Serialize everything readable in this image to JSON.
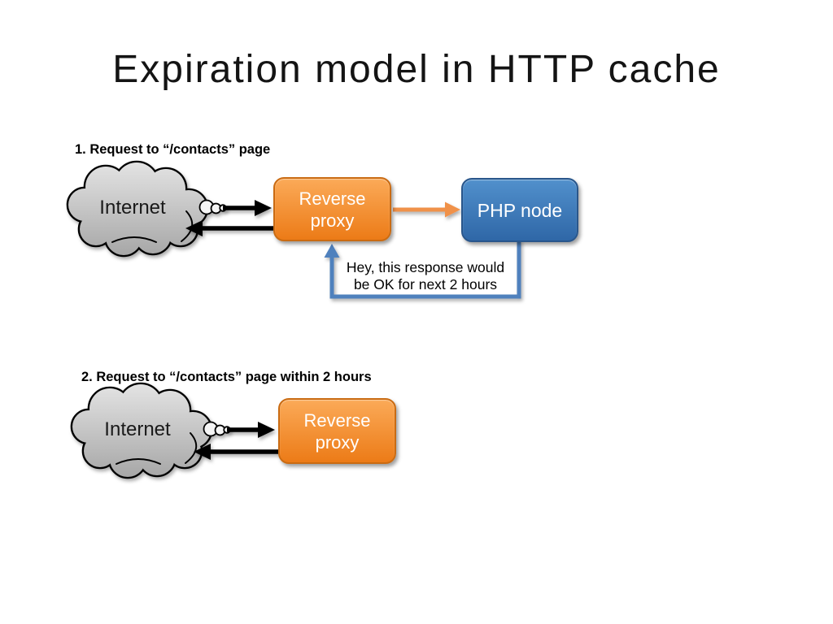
{
  "slide": {
    "title": "Expiration model in HTTP cache"
  },
  "colors": {
    "accent-orange": "#F09148",
    "orange-top": "#FBAA58",
    "orange-bottom": "#EC7B17",
    "orange-border": "#CA6B12",
    "blue-top": "#5190CC",
    "blue-bottom": "#2F67A7",
    "blue-border": "#29568B",
    "accent-blue": "#4F81BD",
    "cloud-top": "#E3E3E3",
    "cloud-bottom": "#A6A6A6",
    "arrow-black": "#000000"
  },
  "step1": {
    "label": "1. Request to “/contacts” page",
    "cloud": "Internet",
    "proxy": "Reverse proxy",
    "node": "PHP node",
    "callout_lines": [
      "Hey, this response would",
      "be OK for next 2 hours"
    ]
  },
  "step2": {
    "label": "2. Request to “/contacts” page within 2 hours",
    "cloud": "Internet",
    "proxy": "Reverse proxy"
  }
}
